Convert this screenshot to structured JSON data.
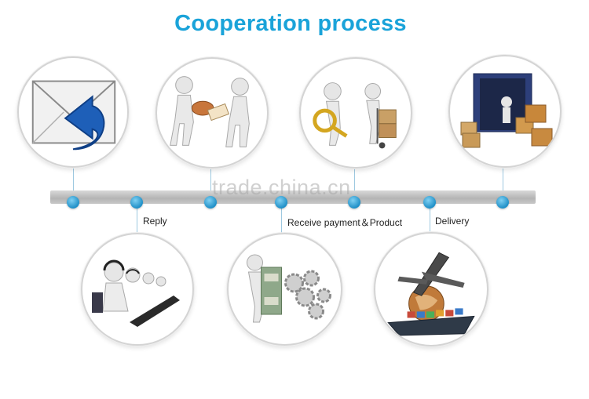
{
  "title": "Cooperation process",
  "watermark": "trade.china.cn",
  "steps": [
    {
      "label": "Reply"
    },
    {
      "label": "Receive payment＆Product"
    },
    {
      "label": "Delivery"
    }
  ],
  "colors": {
    "title": "#1aa3d9",
    "dot": "#1f8fc7",
    "timeline": "#c4c4c4"
  }
}
